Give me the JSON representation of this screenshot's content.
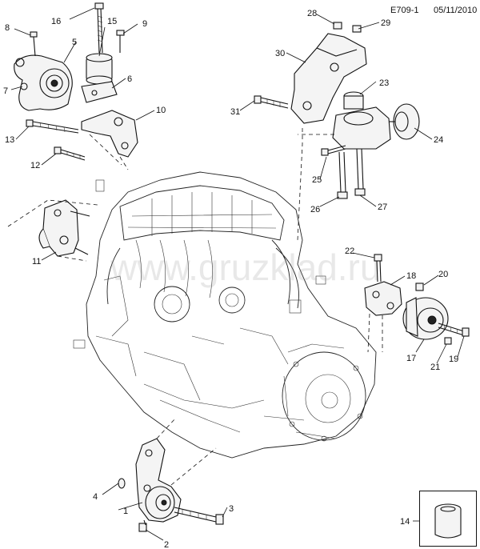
{
  "header": {
    "code": "E709-1",
    "date": "05/11/2010"
  },
  "watermark": "www.gruzklad.ru",
  "callouts": [
    "1",
    "2",
    "3",
    "4",
    "5",
    "6",
    "7",
    "8",
    "9",
    "10",
    "11",
    "12",
    "13",
    "14",
    "15",
    "16",
    "17",
    "18",
    "19",
    "20",
    "21",
    "22",
    "23",
    "24",
    "25",
    "26",
    "27",
    "28",
    "29",
    "30",
    "31"
  ]
}
